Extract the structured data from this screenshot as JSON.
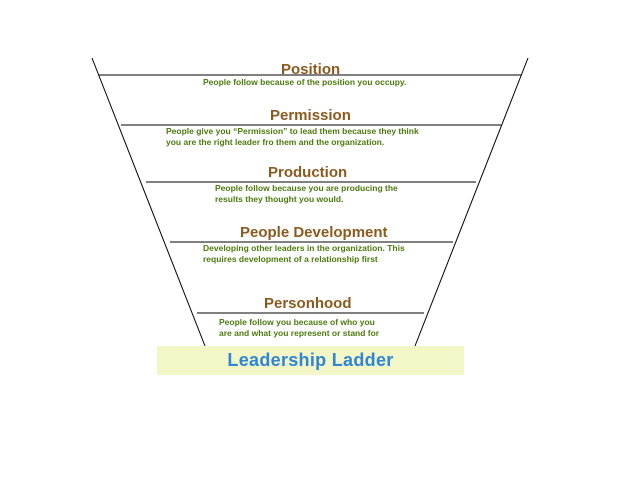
{
  "levels": [
    {
      "title": "Position",
      "description": "People follow because of the position you occupy."
    },
    {
      "title": "Permission",
      "description": "People give you “Permission” to lead them because they think\nyou are the right leader fro them and the organization."
    },
    {
      "title": "Production",
      "description": "People follow because you are producing the\nresults they thought you would."
    },
    {
      "title": "People Development",
      "description": "Developing other leaders in the organization.  This\nrequires development of a relationship first"
    },
    {
      "title": "Personhood",
      "description": "People follow you because of who you\nare and what you represent or stand for"
    }
  ],
  "footer": {
    "label": "Leadership Ladder"
  },
  "colors": {
    "title": "#8B5A1E",
    "description": "#4C7A0E",
    "footer_text": "#2E86D4",
    "footer_background": "#F3F6C6",
    "lines": "#000000"
  }
}
